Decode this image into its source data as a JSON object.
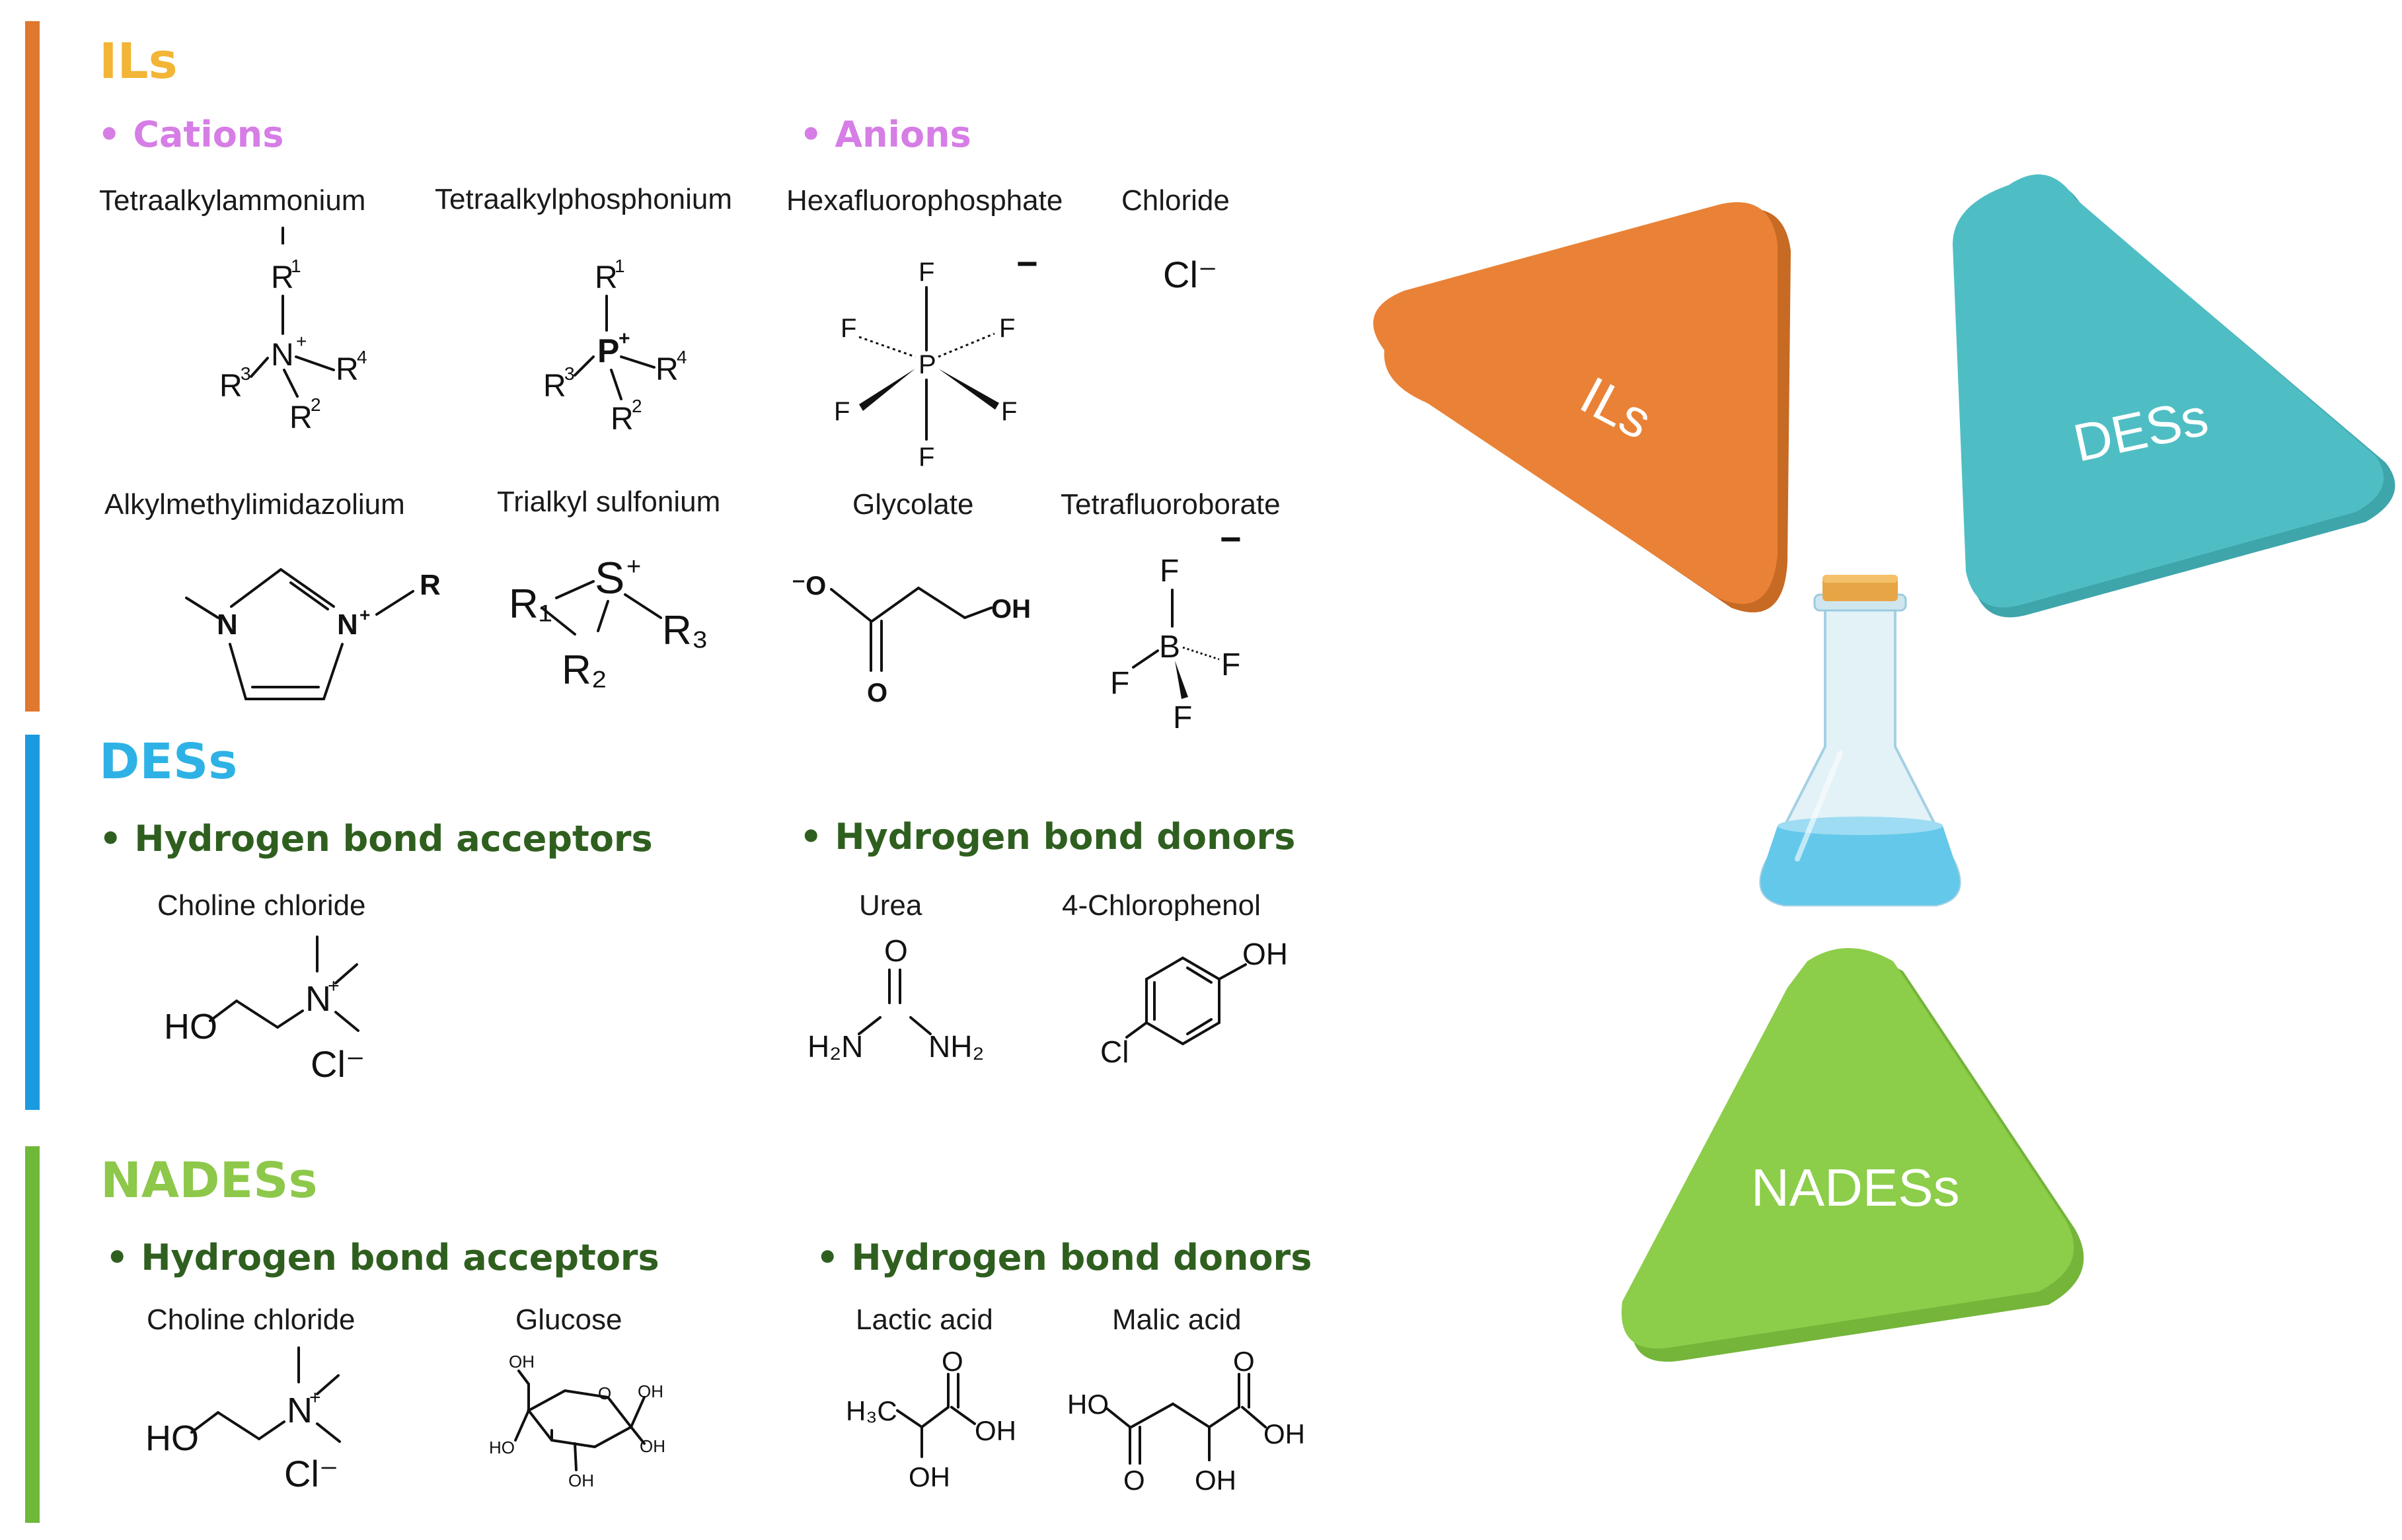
{
  "sections": {
    "ils": {
      "title": "ILs",
      "color": "#f2b535",
      "bar_color": "#e0782f",
      "cations": {
        "heading": "• Cations",
        "items": [
          "Tetraalkylammonium",
          "Tetraalkylphosphonium",
          "Alkylmethylimidazolium",
          "Trialkyl sulfonium"
        ]
      },
      "anions": {
        "heading": "• Anions",
        "items": [
          "Hexafluorophosphate",
          "Chloride",
          "Glycolate",
          "Tetrafluoroborate"
        ]
      }
    },
    "dess": {
      "title": "DESs",
      "color": "#2eb2e6",
      "bar_color": "#1a9be0",
      "acceptors": {
        "heading": "• Hydrogen bond acceptors",
        "items": [
          "Choline chloride"
        ]
      },
      "donors": {
        "heading": "• Hydrogen bond donors",
        "items": [
          "Urea",
          "4-Chlorophenol"
        ]
      }
    },
    "nadess": {
      "title": "NADESs",
      "color": "#8dc84a",
      "bar_color": "#6fb83a",
      "acceptors": {
        "heading": "• Hydrogen bond acceptors",
        "items": [
          "Choline chloride",
          "Glucose"
        ]
      },
      "donors": {
        "heading": "• Hydrogen bond donors",
        "items": [
          "Lactic acid",
          "Malic acid"
        ]
      }
    }
  },
  "structures": {
    "chloride_ion": "Cl⁻",
    "anion_charge": "−",
    "labels": {
      "R1": "R",
      "sup1": "1",
      "R2": "R",
      "sup2": "2",
      "R3": "R",
      "sup3": "3",
      "R4": "R",
      "sup4": "4",
      "N": "N",
      "P": "P",
      "plus": "+",
      "F": "F",
      "B": "B",
      "S": "S",
      "O": "O",
      "OH": "OH",
      "Ominus": "⁻O",
      "HO": "HO",
      "Cl": "Cl",
      "Clminus": "Cl⁻",
      "H2N": "H₂N",
      "NH2": "NH₂",
      "H3C": "H₃C",
      "R": "R",
      "R1sub": "R₁",
      "R2sub": "R₂",
      "R3sub": "R₃"
    }
  },
  "triangles": [
    {
      "label": "ILs",
      "color": "#e98236"
    },
    {
      "label": "DESs",
      "color": "#4fbec4"
    },
    {
      "label": "NADESs",
      "color": "#8ccd4a"
    }
  ],
  "flask": {
    "cork_color": "#e8a545",
    "liquid_color": "#64c8ea"
  }
}
